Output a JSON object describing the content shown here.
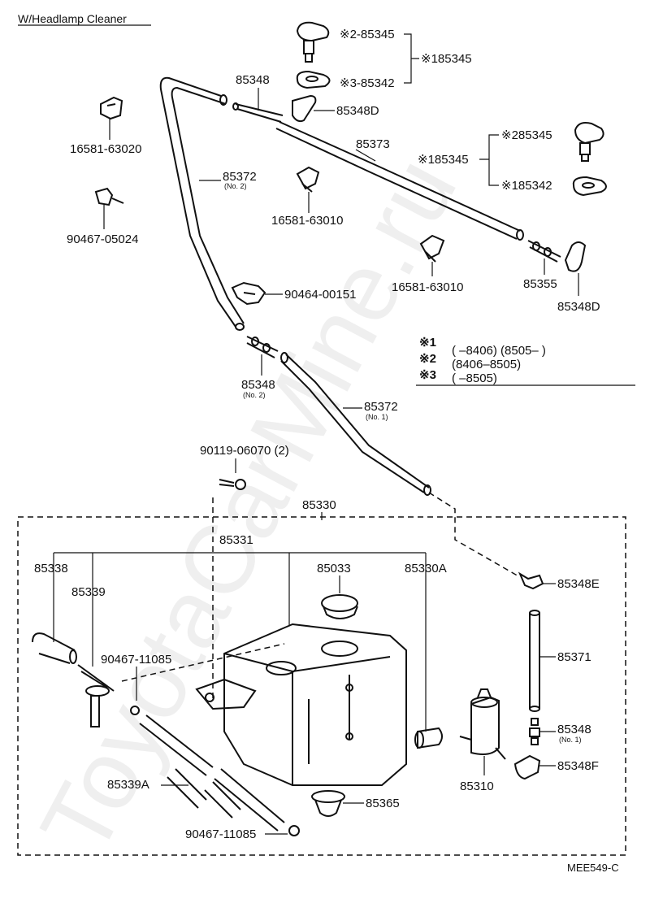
{
  "title": "W/Headlamp Cleaner",
  "watermark": "ToyotaCarMine.ru",
  "diagram_code": "MEE549-C",
  "notes": [
    {
      "mark": "※1",
      "text": "(       –8406) (8505–        )"
    },
    {
      "mark": "※2",
      "text": "(8406–8505)"
    },
    {
      "mark": "※3",
      "text": "(       –8505)"
    }
  ],
  "labels": {
    "p85345_a": "※2-85345",
    "p85342_a": "※3-85342",
    "g185345_a": "※185345",
    "p85348_top": "85348",
    "p85348D": "85348D",
    "p16581_63020": "16581-63020",
    "p90467_05024": "90467-05024",
    "p85372_no2": "85372",
    "p85372_no2_sub": "(No. 2)",
    "p16581_63010_a": "16581-63010",
    "p85373": "85373",
    "g185345_b": "※185345",
    "p85345_b": "※285345",
    "p85342_b": "※185342",
    "p16581_63010_b": "16581-63010",
    "p85355": "85355",
    "p85348D_b": "85348D",
    "p90464_00151": "90464-00151",
    "p85348_no2": "85348",
    "p85348_no2_sub": "(No. 2)",
    "p85372_no1": "85372",
    "p85372_no1_sub": "(No. 1)",
    "p90119_06070": "90119-06070 (2)",
    "p85330": "85330",
    "p85331": "85331",
    "p85338": "85338",
    "p85339": "85339",
    "p85033": "85033",
    "p85330A": "85330A",
    "p85348E": "85348E",
    "p90467_11085_a": "90467-11085",
    "p85371": "85371",
    "p85348_no1": "85348",
    "p85348_no1_sub": "(No. 1)",
    "p85348F": "85348F",
    "p85310": "85310",
    "p85339A": "85339A",
    "p85365": "85365",
    "p90467_11085_b": "90467-11085"
  }
}
